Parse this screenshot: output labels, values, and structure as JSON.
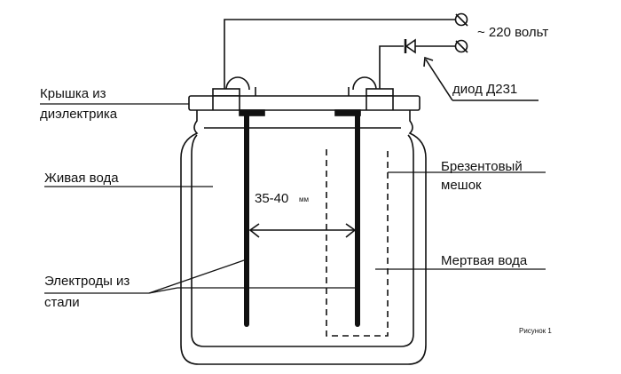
{
  "labels": {
    "voltage": "~ 220 вольт",
    "diode": "диод Д231",
    "lid_line1": "Крышка из",
    "lid_line2": "диэлектрика",
    "live_water": "Живая вода",
    "distance": "35-40",
    "distance_unit": "мм",
    "bag_line1": "Брезентовый",
    "bag_line2": "мешок",
    "dead_water": "Мертвая вода",
    "electrodes_line1": "Электроды из",
    "electrodes_line2": "стали",
    "figure": "Рисунок 1"
  }
}
